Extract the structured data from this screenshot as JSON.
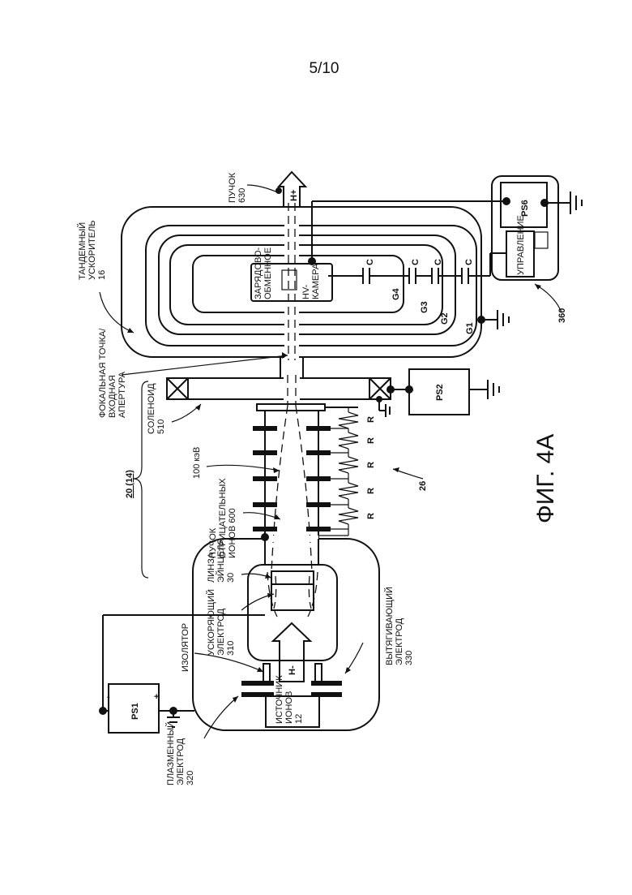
{
  "page_number": "5/10",
  "figure_caption": "ФИГ. 4А",
  "labels": {
    "beam_630": [
      "ПУЧОК",
      "630"
    ],
    "tandem_accelerator": [
      "ТАНДЕМНЫЙ",
      "УСКОРИТЕЛЬ",
      "16"
    ],
    "focal_point": [
      "ФОКАЛЬНАЯ ТОЧКА/",
      "ВХОДНАЯ",
      "АПЕРТУРА"
    ],
    "solenoid": [
      "СОЛЕНОИД",
      "510"
    ],
    "system_20": "20 (14)",
    "energy_100kev": "100 кэВ",
    "neg_ion_beam": [
      "ПУЧОК",
      "ОТРИЦАТЕЛЬНЫХ",
      "ИОНОВ 600"
    ],
    "einzel_lens": [
      "ЛИНЗА",
      "ЭЙНЦЕЛЯ",
      "30"
    ],
    "accel_electrode": [
      "УСКОРЯЮЩИЙ",
      "ЭЛЕКТРОД",
      "310"
    ],
    "insulator": "ИЗОЛЯТОР",
    "plasma_electrode": [
      "ПЛАЗМЕННЫЙ",
      "ЭЛЕКТРОД",
      "320"
    ],
    "extraction_electrode": [
      "ВЫТЯГИВАЮЩИЙ",
      "ЭЛЕКТРОД",
      "330"
    ],
    "ion_source": [
      "ИСТОЧНИК",
      "ИОНОВ",
      "12"
    ],
    "stripping_chamber_a": [
      "ЗАРЯДОВО-",
      "ОБМЕННОЕ"
    ],
    "stripping_chamber_b": [
      "HV-",
      "КАМЕРА"
    ],
    "control": "УПРАВЛЕНИЕ",
    "control_ref": "360",
    "resistor_stack_ref": "26",
    "h_minus": "H-",
    "h_plus": "H+",
    "resistor": "R",
    "capacitor": "C",
    "plus_sign": "+",
    "minus_sign": "-"
  },
  "power_supplies": [
    "PS1",
    "PS2",
    "PS6"
  ],
  "shells": [
    "G1",
    "G2",
    "G3",
    "G4"
  ]
}
